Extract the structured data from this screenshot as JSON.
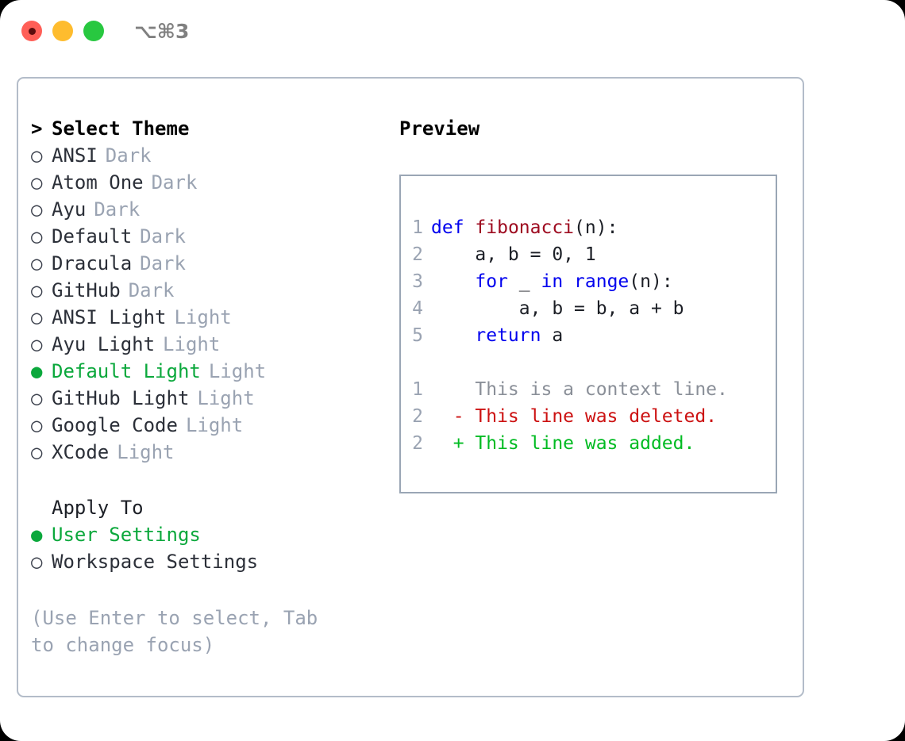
{
  "titlebar": {
    "lights": [
      {
        "name": "close",
        "color": "#ff5f57"
      },
      {
        "name": "minimize",
        "color": "#febc2e"
      },
      {
        "name": "maximize",
        "color": "#28c840"
      }
    ],
    "shortcut": "⌥⌘3"
  },
  "theme_picker": {
    "caret": ">",
    "header": "Select Theme",
    "marker_unselected": "○",
    "marker_selected": "●",
    "items": [
      {
        "label": "ANSI",
        "suffix": "Dark",
        "selected": false
      },
      {
        "label": "Atom One",
        "suffix": "Dark",
        "selected": false
      },
      {
        "label": "Ayu",
        "suffix": "Dark",
        "selected": false
      },
      {
        "label": "Default",
        "suffix": "Dark",
        "selected": false
      },
      {
        "label": "Dracula",
        "suffix": "Dark",
        "selected": false
      },
      {
        "label": "GitHub",
        "suffix": "Dark",
        "selected": false
      },
      {
        "label": "ANSI Light",
        "suffix": "Light",
        "selected": false
      },
      {
        "label": "Ayu Light",
        "suffix": "Light",
        "selected": false
      },
      {
        "label": "Default Light",
        "suffix": "Light",
        "selected": true
      },
      {
        "label": "GitHub Light",
        "suffix": "Light",
        "selected": false
      },
      {
        "label": "Google Code",
        "suffix": "Light",
        "selected": false
      },
      {
        "label": "XCode",
        "suffix": "Light",
        "selected": false
      }
    ]
  },
  "apply_to": {
    "header": "Apply To",
    "items": [
      {
        "label": "User Settings",
        "selected": true
      },
      {
        "label": "Workspace Settings",
        "selected": false
      }
    ]
  },
  "hint": "(Use Enter to select, Tab to change focus)",
  "preview": {
    "title": "Preview",
    "code_lines": [
      {
        "no": "1",
        "indent": "",
        "tokens": [
          {
            "t": "def",
            "c": "kw"
          },
          {
            "t": " ",
            "c": "plain"
          },
          {
            "t": "fibonacci",
            "c": "fn"
          },
          {
            "t": "(n):",
            "c": "plain"
          }
        ]
      },
      {
        "no": "2",
        "indent": "    ",
        "tokens": [
          {
            "t": "a, b = 0, 1",
            "c": "plain"
          }
        ]
      },
      {
        "no": "3",
        "indent": "    ",
        "tokens": [
          {
            "t": "for",
            "c": "kw"
          },
          {
            "t": " _ ",
            "c": "plain"
          },
          {
            "t": "in",
            "c": "kw"
          },
          {
            "t": " ",
            "c": "plain"
          },
          {
            "t": "range",
            "c": "kw"
          },
          {
            "t": "(n):",
            "c": "plain"
          }
        ]
      },
      {
        "no": "4",
        "indent": "        ",
        "tokens": [
          {
            "t": "a, b = b, a + b",
            "c": "plain"
          }
        ]
      },
      {
        "no": "5",
        "indent": "    ",
        "tokens": [
          {
            "t": "return",
            "c": "kw"
          },
          {
            "t": " a",
            "c": "plain"
          }
        ]
      }
    ],
    "diff_lines": [
      {
        "no": "1",
        "sign": " ",
        "text": "This is a context line.",
        "kind": "ctx"
      },
      {
        "no": "2",
        "sign": "-",
        "text": "This line was deleted.",
        "kind": "del"
      },
      {
        "no": "2",
        "sign": "+",
        "text": "This line was added.",
        "kind": "add"
      }
    ]
  },
  "colors": {
    "accent_green": "#0ba83c",
    "muted": "#9aa3b2",
    "border": "#b3bcc9",
    "preview_border": "#9aa6b5",
    "keyword_blue": "#0000ee",
    "function_red": "#9e0b20",
    "diff_add": "#00bb22",
    "diff_del": "#cc1111"
  }
}
